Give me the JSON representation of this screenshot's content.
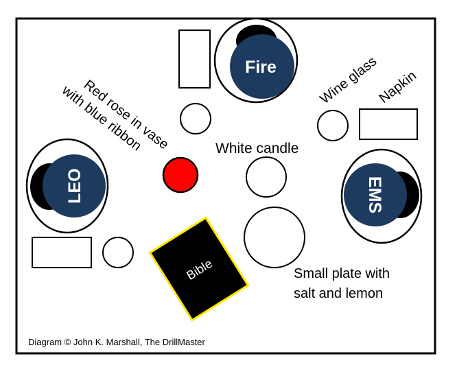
{
  "places": {
    "top": "Fire",
    "left": "LEO",
    "right": "EMS"
  },
  "labels": {
    "rose_line1": "Red rose in vase",
    "rose_line2": "with blue ribbon",
    "wine_glass": "Wine glass",
    "napkin": "Napkin",
    "candle": "White candle",
    "bible": "Bible",
    "plate_line1": "Small plate with",
    "plate_line2": "salt and lemon"
  },
  "credit": "Diagram © John K. Marshall, The DrillMaster",
  "colors": {
    "place_fill": "#1d3a5f",
    "rose": "#ff0000",
    "bible_border": "#ffe600",
    "border": "#000000"
  }
}
